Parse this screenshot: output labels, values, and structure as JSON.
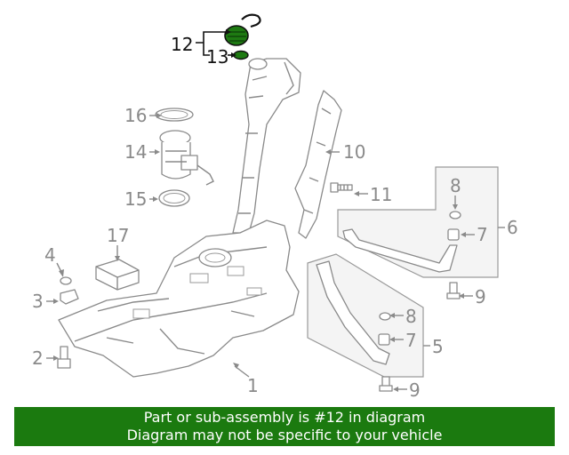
{
  "callouts": {
    "c1": "1",
    "c2": "2",
    "c3": "3",
    "c4": "4",
    "c5": "5",
    "c6": "6",
    "c7a": "7",
    "c7b": "7",
    "c8a": "8",
    "c8b": "8",
    "c9a": "9",
    "c9b": "9",
    "c10": "10",
    "c11": "11",
    "c12": "12",
    "c13": "13",
    "c14": "14",
    "c15": "15",
    "c16": "16",
    "c17": "17"
  },
  "banner": {
    "line1": "Part or sub-assembly is #12 in diagram",
    "line2": "Diagram may not be specific to your vehicle"
  },
  "colors": {
    "highlight_part": "#1e7a12",
    "banner_bg": "#1b7a0f",
    "line_art": "#8a8a8a"
  }
}
